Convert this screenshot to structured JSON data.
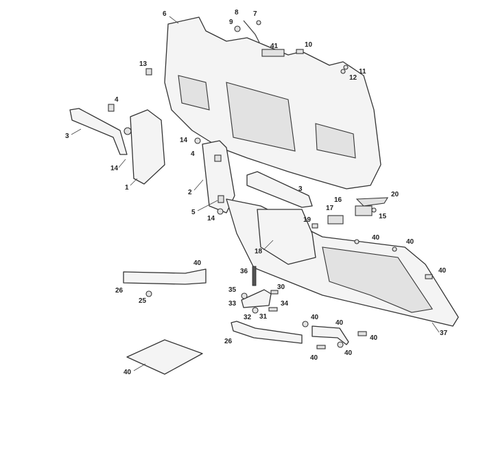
{
  "diagram": {
    "type": "exploded-parts-view",
    "callouts": [
      "6",
      "8",
      "7",
      "9",
      "41",
      "10",
      "13",
      "11",
      "12",
      "4",
      "3",
      "14",
      "4",
      "14",
      "1",
      "2",
      "3",
      "20",
      "16",
      "17",
      "15",
      "5",
      "14",
      "19",
      "40",
      "18",
      "40",
      "40",
      "40",
      "36",
      "26",
      "35",
      "30",
      "25",
      "33",
      "34",
      "31",
      "32",
      "40",
      "40",
      "26",
      "40",
      "37",
      "40",
      "40",
      "40"
    ]
  }
}
